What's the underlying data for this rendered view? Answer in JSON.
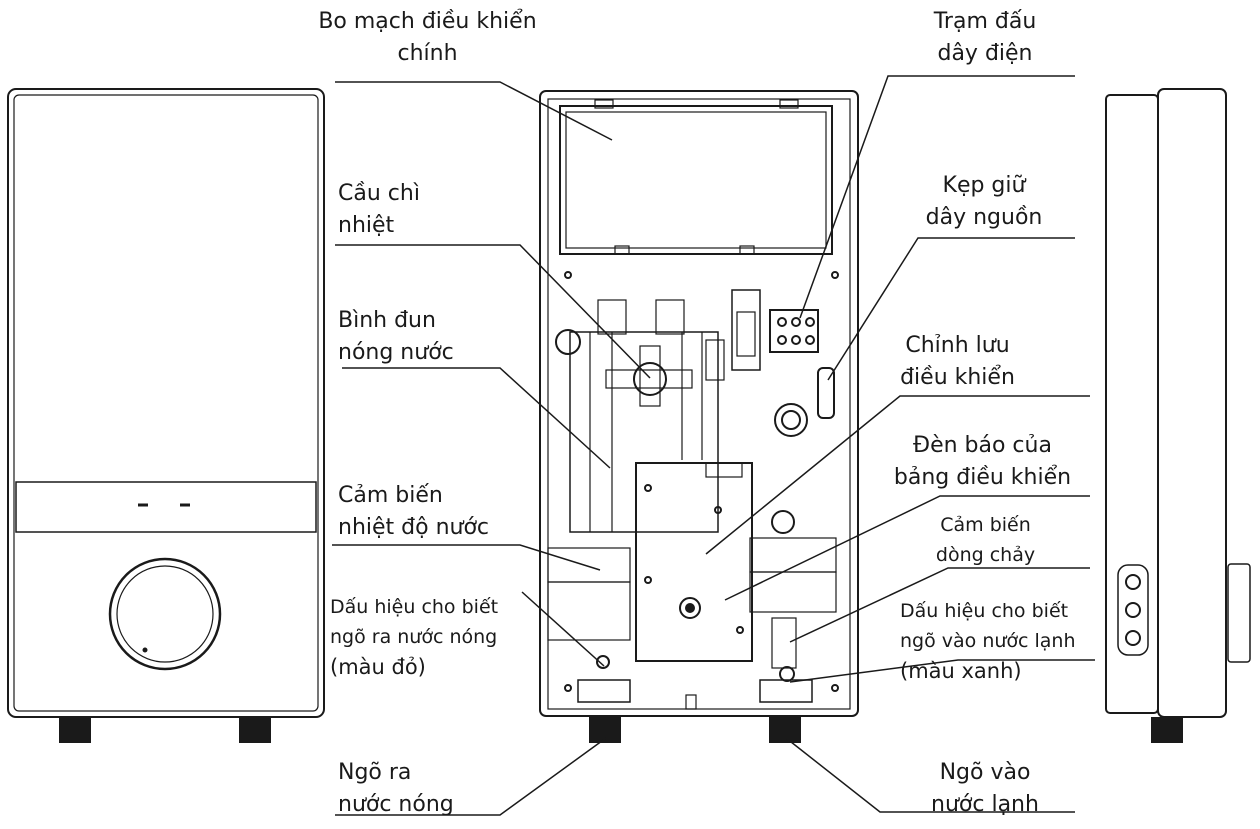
{
  "labels": {
    "main_board": [
      "Bo mạch điều khiển",
      "chính"
    ],
    "terminal_block": [
      "Trạm đấu",
      "dây điện"
    ],
    "thermal_fuse": [
      "Cầu chì",
      "nhiệt"
    ],
    "cable_clamp": [
      "Kẹp giữ",
      "dây nguồn"
    ],
    "heater_tank": [
      "Bình đun",
      "nóng nước"
    ],
    "control_rectifier": [
      "Chỉnh lưu",
      "điều khiển"
    ],
    "panel_indicator": [
      "Đèn báo của",
      "bảng điều khiển"
    ],
    "water_temp_sensor": [
      "Cảm biến",
      "nhiệt độ nước"
    ],
    "flow_sensor": [
      "Cảm biến",
      "dòng chảy"
    ],
    "hot_outlet_mark": [
      "Dấu hiệu cho biết",
      "ngõ ra nước nóng",
      "(màu đỏ)"
    ],
    "cold_inlet_mark": [
      "Dấu hiệu cho biết",
      "ngõ vào nước lạnh",
      "(màu xanh)"
    ],
    "hot_outlet": [
      "Ngõ ra",
      "nước nóng"
    ],
    "cold_inlet": [
      "Ngõ vào",
      "nước lạnh"
    ]
  },
  "front_panel": {
    "indicator_text": "- -"
  },
  "colors": {
    "line": "#1a1a1a",
    "background": "#ffffff"
  }
}
